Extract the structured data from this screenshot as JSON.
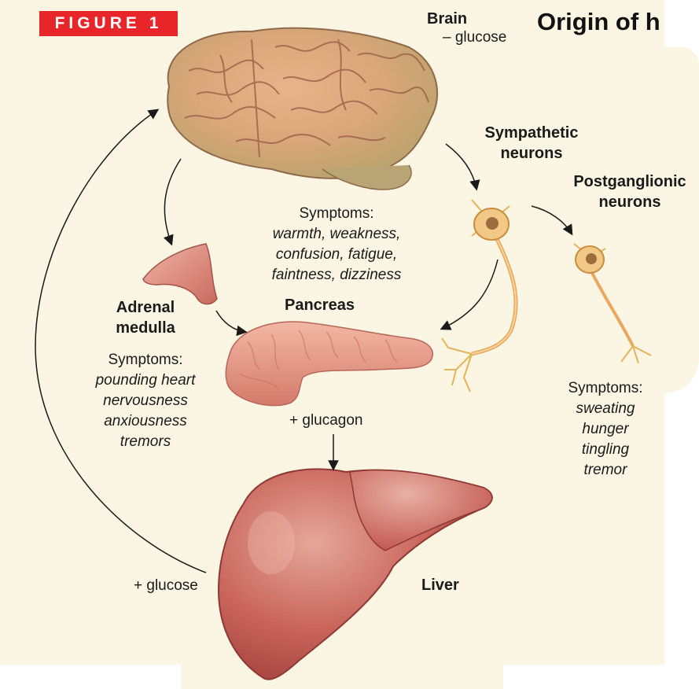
{
  "figure_tag": "FIGURE 1",
  "title": "Origin of h",
  "brain": {
    "name": "Brain",
    "note": "– glucose"
  },
  "sympathetic": {
    "line1": "Sympathetic",
    "line2": "neurons"
  },
  "postganglionic": {
    "line1": "Postganglionic",
    "line2": "neurons"
  },
  "brain_symptoms": {
    "heading": "Symptoms:",
    "items": [
      "warmth, weakness,",
      "confusion, fatigue,",
      "faintness, dizziness"
    ]
  },
  "adrenal": {
    "line1": "Adrenal",
    "line2": "medulla"
  },
  "adrenal_symptoms": {
    "heading": "Symptoms:",
    "items": [
      "pounding heart",
      "nervousness",
      "anxiousness",
      "tremors"
    ]
  },
  "pancreas": {
    "name": "Pancreas",
    "note": "+ glucagon"
  },
  "neuron_symptoms": {
    "heading": "Symptoms:",
    "items": [
      "sweating",
      "hunger",
      "tingling",
      "tremor"
    ]
  },
  "liver": {
    "name": "Liver",
    "note": "+ glucose"
  },
  "colors": {
    "accent_red": "#e8262a",
    "background_cream": "#fbf5e4",
    "organ_pink": "#d9857a",
    "neuron_gold": "#e3a84e"
  }
}
